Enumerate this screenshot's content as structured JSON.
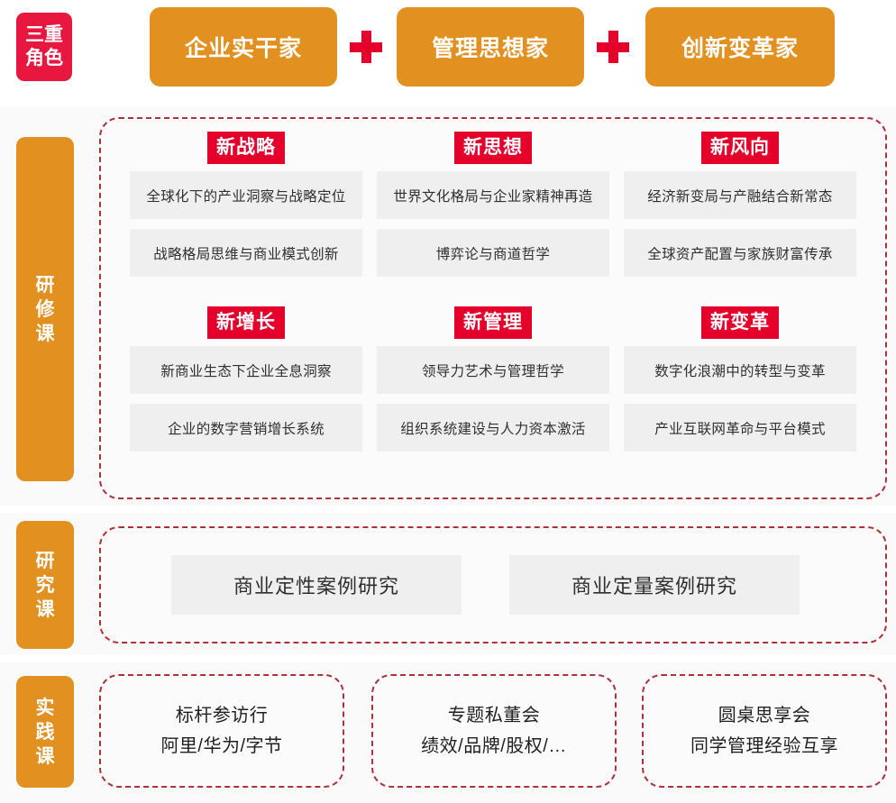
{
  "header": {
    "badge_lines": [
      "三重",
      "角色"
    ],
    "roles": [
      {
        "label": "企业实干家"
      },
      {
        "label": "管理思想家"
      },
      {
        "label": "创新变革家"
      }
    ],
    "separator": "plus-icon",
    "colors": {
      "badge_red": "#E8173F",
      "role_orange": "#E2901F",
      "plus_red": "#E4002B"
    }
  },
  "sections": [
    {
      "id": "section-1",
      "tab_lines": [
        "研",
        "修",
        "课"
      ],
      "groups": [
        {
          "tag": "新战略",
          "courses": [
            "全球化下的产业洞察与战略定位",
            "战略格局思维与商业模式创新"
          ]
        },
        {
          "tag": "新思想",
          "courses": [
            "世界文化格局与企业家精神再造",
            "博弈论与商道哲学"
          ]
        },
        {
          "tag": "新风向",
          "courses": [
            "经济新变局与产融结合新常态",
            "全球资产配置与家族财富传承"
          ]
        },
        {
          "tag": "新增长",
          "courses": [
            "新商业生态下企业全息洞察",
            "企业的数字营销增长系统"
          ]
        },
        {
          "tag": "新管理",
          "courses": [
            "领导力艺术与管理哲学",
            "组织系统建设与人力资本激活"
          ]
        },
        {
          "tag": "新变革",
          "courses": [
            "数字化浪潮中的转型与变革",
            "产业互联网革命与平台模式"
          ]
        }
      ]
    },
    {
      "id": "section-2",
      "tab_lines": [
        "研",
        "究",
        "课"
      ],
      "cards": [
        "商业定性案例研究",
        "商业定量案例研究"
      ]
    },
    {
      "id": "section-3",
      "tab_lines": [
        "实",
        "践",
        "课"
      ],
      "cards": [
        {
          "line1": "标杆参访行",
          "line2": "阿里/华为/字节"
        },
        {
          "line1": "专题私董会",
          "line2": "绩效/品牌/股权/…"
        },
        {
          "line1": "圆桌思享会",
          "line2": "同学管理经验互享"
        }
      ]
    }
  ]
}
